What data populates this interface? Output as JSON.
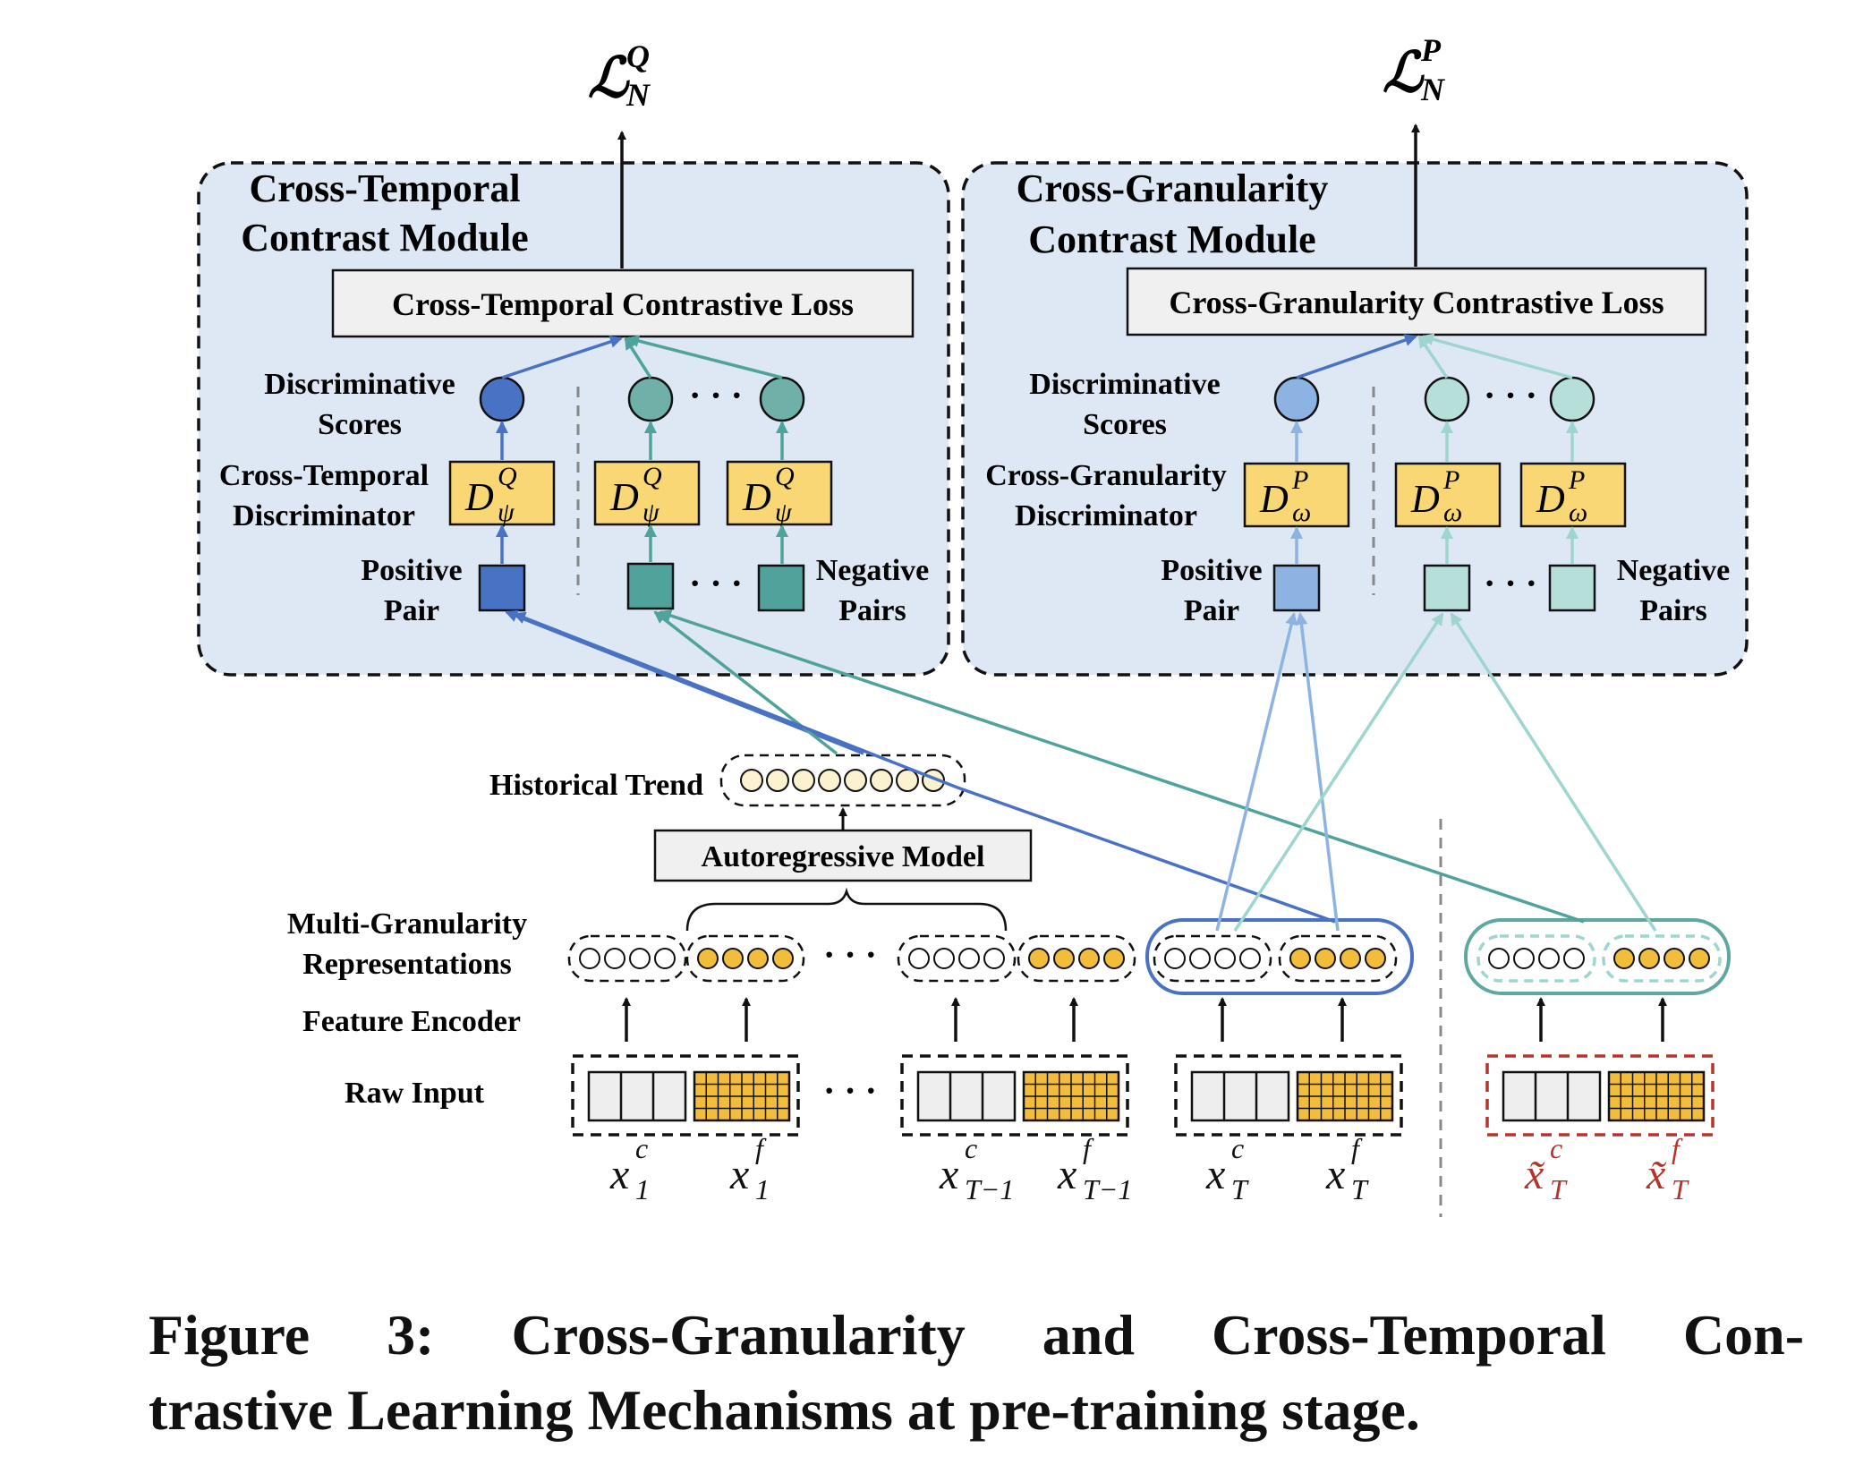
{
  "losses": {
    "left": {
      "base": "ℒ",
      "sup": "Q",
      "sub": "N"
    },
    "right": {
      "base": "ℒ",
      "sup": "P",
      "sub": "N"
    }
  },
  "modules": {
    "temporal": {
      "title_line1": "Cross-Temporal",
      "title_line2": "Contrast Module",
      "loss_label": "Cross-Temporal Contrastive Loss",
      "scores_line1": "Discriminative",
      "scores_line2": "Scores",
      "disc_line1": "Cross-Temporal",
      "disc_line2": "Discriminator",
      "disc_symbol": {
        "base": "D",
        "sup": "Q",
        "sub": "ψ"
      },
      "pos_line1": "Positive",
      "pos_line2": "Pair",
      "neg_line1": "Negative",
      "neg_line2": "Pairs",
      "ellipsis": "· · ·"
    },
    "granularity": {
      "title_line1": "Cross-Granularity",
      "title_line2": "Contrast Module",
      "loss_label": "Cross-Granularity Contrastive Loss",
      "scores_line1": "Discriminative",
      "scores_line2": "Scores",
      "disc_line1": "Cross-Granularity",
      "disc_line2": "Discriminator",
      "disc_symbol": {
        "base": "D",
        "sup": "P",
        "sub": "ω"
      },
      "pos_line1": "Positive",
      "pos_line2": "Pair",
      "neg_line1": "Negative",
      "neg_line2": "Pairs",
      "ellipsis": "· · ·"
    }
  },
  "lower": {
    "historical_trend": "Historical Trend",
    "autoregressive": "Autoregressive Model",
    "multi_gran_line1": "Multi-Granularity",
    "multi_gran_line2": "Representations",
    "feature_encoder": "Feature Encoder",
    "raw_input": "Raw Input",
    "ellipsis": "· · ·"
  },
  "inputs": [
    {
      "base": "x",
      "sup": "c",
      "sub": "1"
    },
    {
      "base": "x",
      "sup": "f",
      "sub": "1"
    },
    {
      "base": "x",
      "sup": "c",
      "sub": "T−1"
    },
    {
      "base": "x",
      "sup": "f",
      "sub": "T−1"
    },
    {
      "base": "x",
      "sup": "c",
      "sub": "T"
    },
    {
      "base": "x",
      "sup": "f",
      "sub": "T"
    },
    {
      "base": "x̃",
      "sup": "c",
      "sub": "T"
    },
    {
      "base": "x̃",
      "sup": "f",
      "sub": "T"
    }
  ],
  "caption": {
    "line1": "Figure 3: Cross-Granularity and Cross-Temporal Con-",
    "line2": "trastive Learning Mechanisms at pre-training stage."
  },
  "colors": {
    "module_bg": "#dde8f4",
    "positive_dark": "#4a72c4",
    "positive_light": "#8db3e2",
    "negative_teal": "#4fa39a",
    "negative_light": "#9fd5cf",
    "disc_fill": "#f8d774",
    "fine_fill": "#f2bd3a",
    "history_fill": "#fdf2d0",
    "corrupted_red": "#b5342c",
    "rep_blue_outline": "#4a72c4",
    "rep_teal_outline": "#5fa8a0"
  }
}
